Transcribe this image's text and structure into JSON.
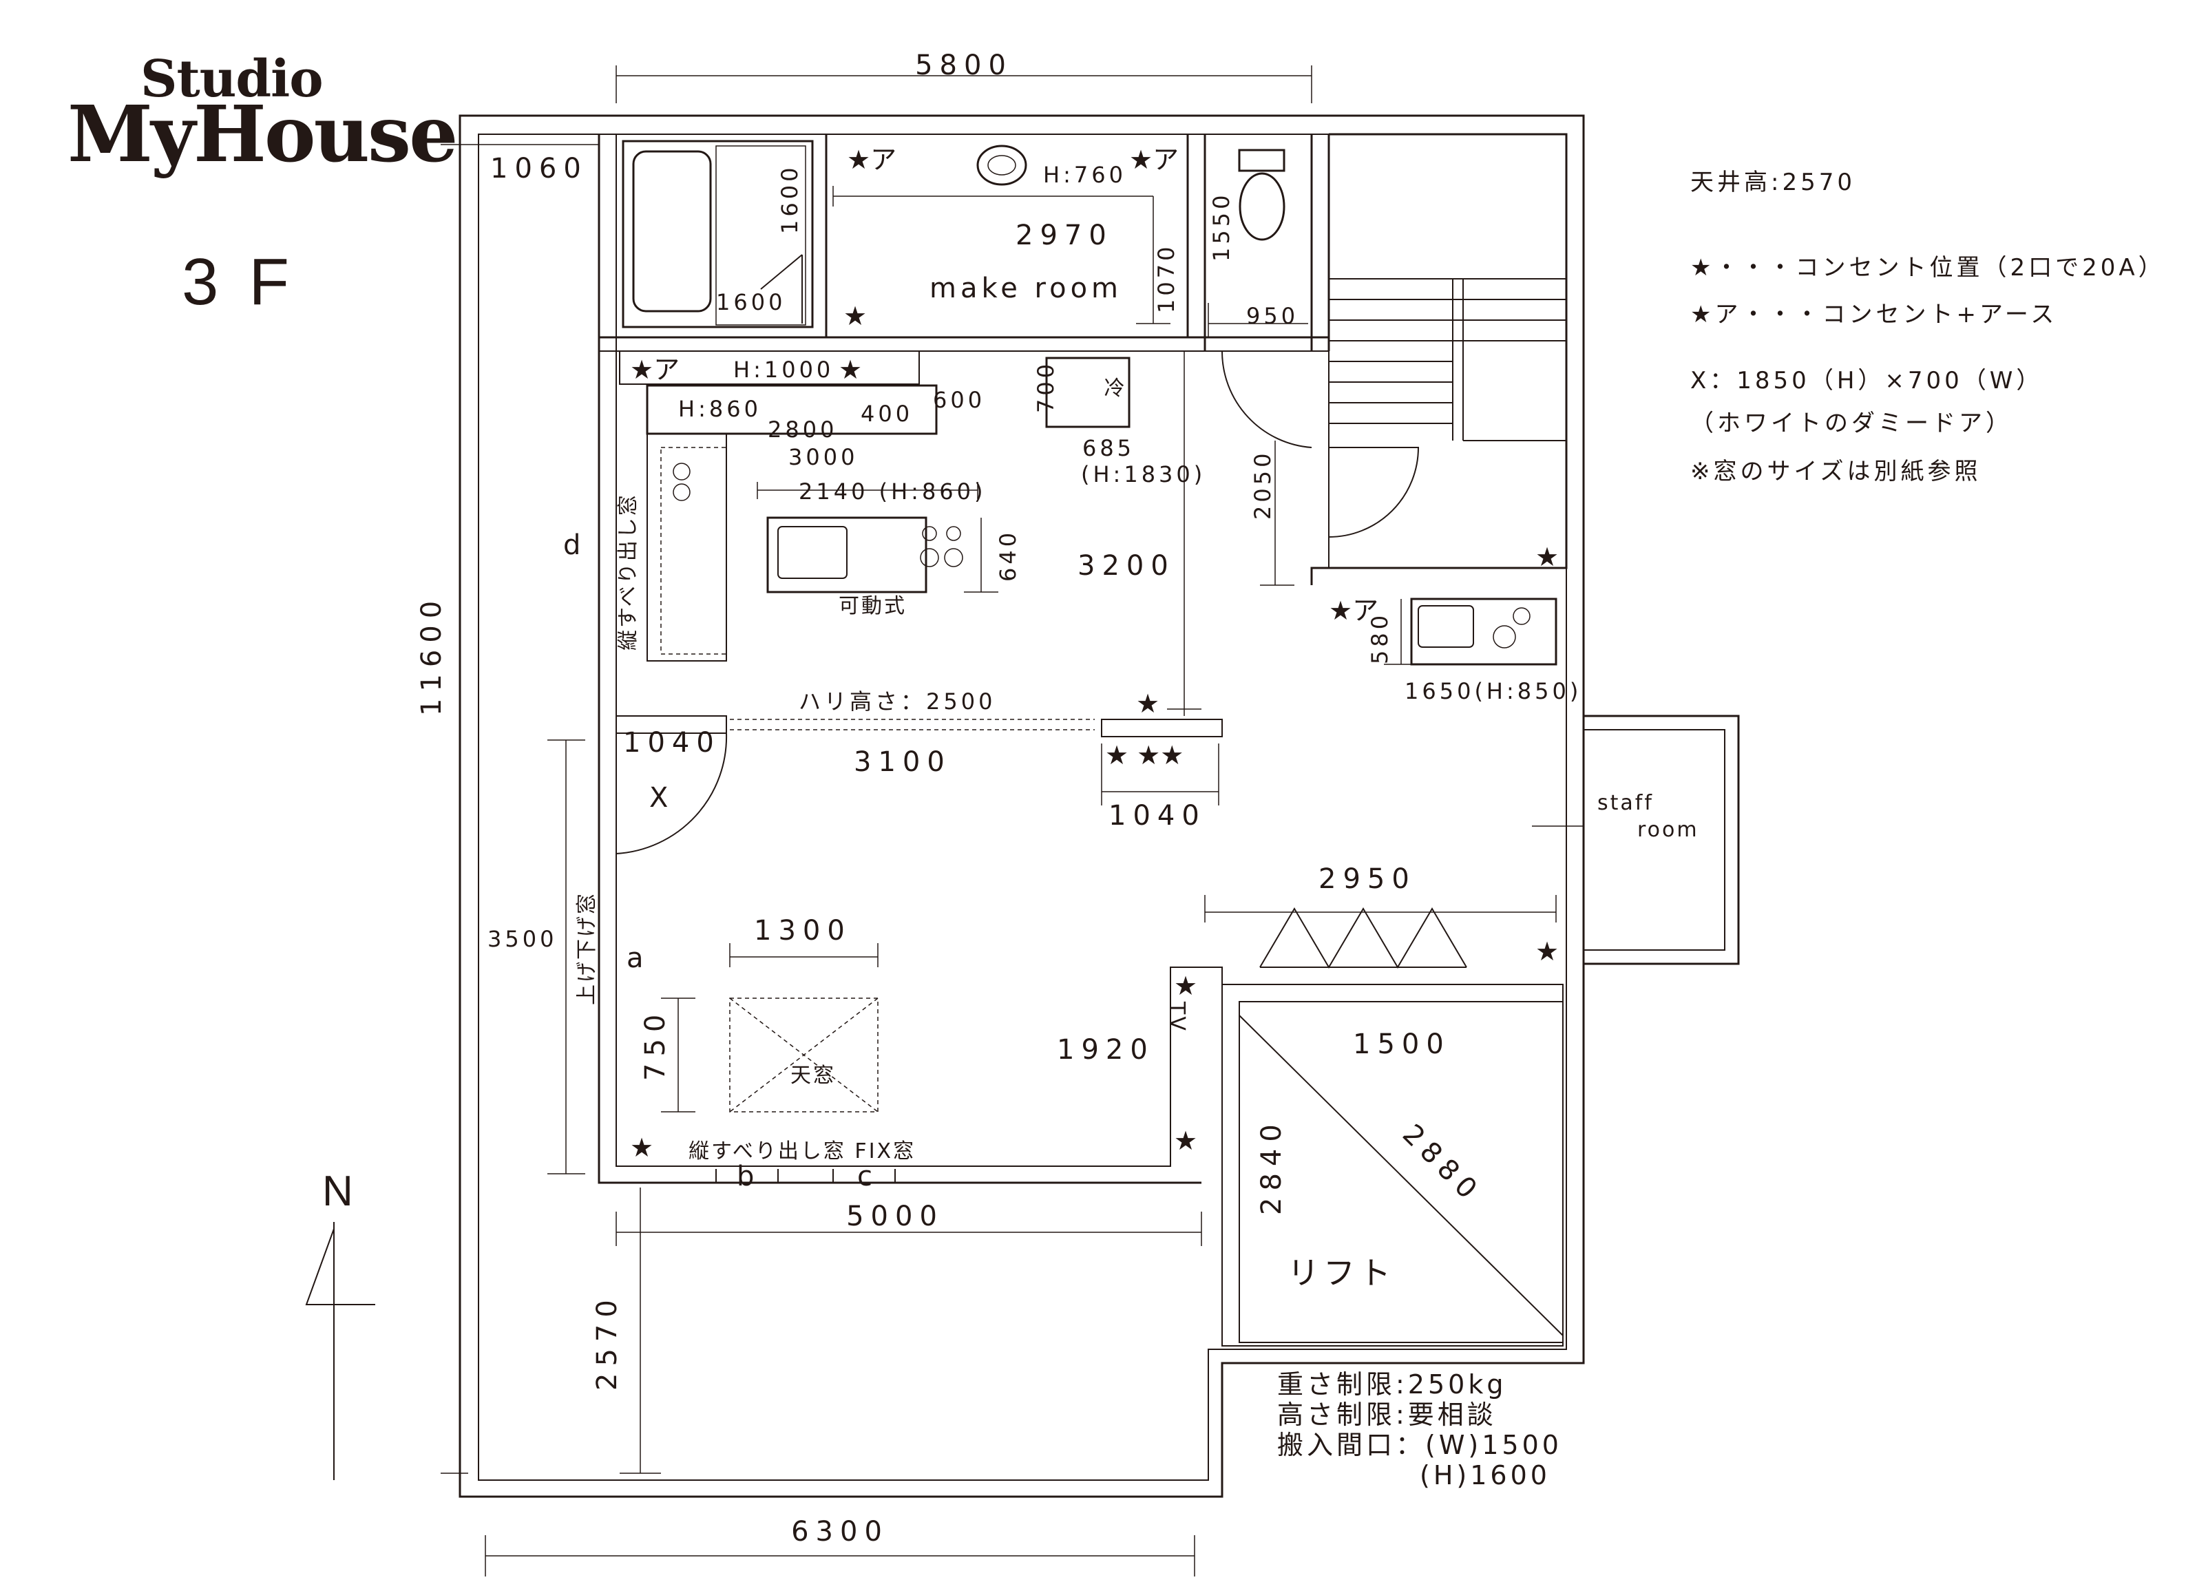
{
  "brand": {
    "line1": "Studio",
    "line2": "MyHouse"
  },
  "floor_label": "3F",
  "notes": {
    "ceiling_height": "天井高:2570",
    "outlet_legend": "★・・・コンセント位置（2口で20A）",
    "outlet_earth_legend": "★ア・・・コンセント+アース",
    "dummy_door_size": "X：1850（H）×700（W）",
    "dummy_door_desc": "（ホワイトのダミードア）",
    "window_note": "※窓のサイズは別紙参照"
  },
  "lift_notes": {
    "weight_limit": "重さ制限:250kg",
    "height_limit": "高さ制限:要相談",
    "opening_w": "搬入間口：(W)1500",
    "opening_h": "(H)1600"
  },
  "compass": {
    "label": "N"
  },
  "rooms": {
    "make_room": "make room",
    "staff_room_1": "staff",
    "staff_room_2": "room",
    "lift": "リフト",
    "fridge": "冷",
    "movable": "可動式",
    "skylight": "天窓",
    "tv": "TV",
    "dummy_door": "X"
  },
  "windows": {
    "a": "a",
    "b": "b",
    "c": "c",
    "d": "d",
    "casement_left": "縦すべり出し窓",
    "sash": "上げ下げ窓",
    "casement_fix": "縦すべり出し窓 FIX窓"
  },
  "beam_height": "ハリ高さ：2500",
  "outlets": {
    "earth": "★ア",
    "plain": "★",
    "double": "★ ★★"
  },
  "dimensions": {
    "top_width": "5800",
    "bottom_width": "6300",
    "lower_width": "5000",
    "left_height": "11600",
    "left_top": "1060",
    "left_mid": "3500",
    "left_bottom": "2570",
    "bath_h": "1600",
    "bath_w": "1600",
    "makeroom_w": "2970",
    "makeroom_h": "1070",
    "wc_h": "1550",
    "wc_w": "950",
    "sink_height": "H:760",
    "counter_height": "H:1000",
    "cab_height": "H:860",
    "cab_2800": "2800",
    "cab_400": "400",
    "cab_600": "600",
    "cab_3000": "3000",
    "fridge_700": "700",
    "fridge_685": "685",
    "fridge_h": "(H:1830)",
    "island": "2140 (H:860)",
    "island_depth": "640",
    "kitchen_3200": "3200",
    "stair_2050": "2050",
    "sink2_580": "580",
    "sink2_w": "1650(H:850)",
    "door_1040": "1040",
    "beam_3100": "3100",
    "wall_1040": "1040",
    "closet_2950": "2950",
    "sky_1300": "1300",
    "sky_750": "750",
    "tv_1920": "1920",
    "lift_1500": "1500",
    "lift_2840": "2840",
    "lift_2880": "2880"
  }
}
